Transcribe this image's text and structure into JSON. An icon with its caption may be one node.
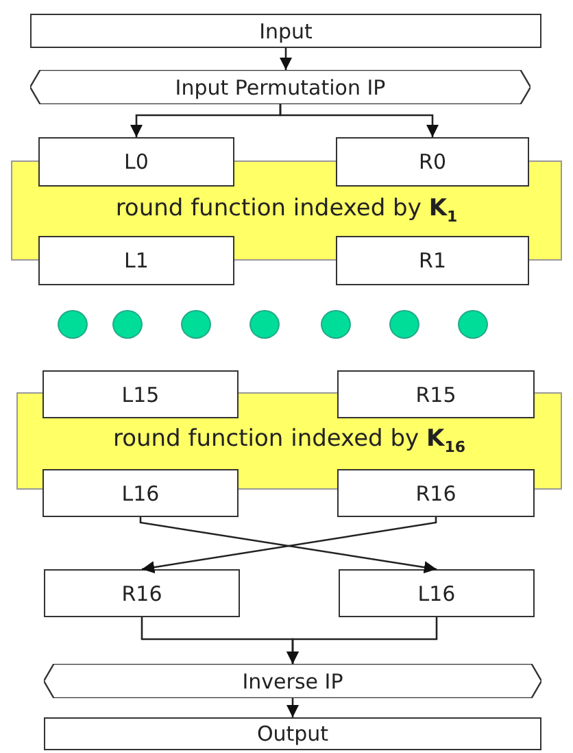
{
  "diagram": {
    "nodes": [
      {
        "text": [
          "Input"
        ]
      },
      {
        "text": [
          "Input Permutation IP"
        ]
      },
      {
        "text": [
          "L0"
        ]
      },
      {
        "text": [
          "R0"
        ]
      },
      {
        "text": [
          "round function indexed by **K**$_{1}$"
        ]
      },
      {
        "text": [
          "L1"
        ]
      },
      {
        "text": [
          "R1"
        ]
      },
      {
        "text": [],
        "shape": "circle"
      },
      {
        "text": [],
        "shape": "circle"
      },
      {
        "text": [],
        "shape": "circle"
      },
      {
        "text": [],
        "shape": "circle"
      },
      {
        "text": [],
        "shape": "circle"
      },
      {
        "text": [],
        "shape": "circle"
      },
      {
        "text": [],
        "shape": "circle"
      },
      {
        "text": [
          "L15"
        ]
      },
      {
        "text": [
          "R15"
        ]
      },
      {
        "text": [
          "round function indexed by **K**$_{16}$"
        ]
      },
      {
        "text": [
          "L16"
        ]
      },
      {
        "text": [
          "R16"
        ]
      },
      {
        "text": [
          "R16"
        ]
      },
      {
        "text": [
          "L16"
        ]
      },
      {
        "text": [
          "Inverse IP"
        ]
      },
      {
        "text": [
          "Output"
        ]
      }
    ],
    "edges": [
      {
        "from": 0,
        "to": 1,
        "arrow": "to"
      },
      {
        "from": 1,
        "to": 2,
        "arrow": "to"
      },
      {
        "from": 1,
        "to": 3,
        "arrow": "to"
      },
      {
        "from": 17,
        "to": 20,
        "arrow": "to"
      },
      {
        "from": 18,
        "to": 19,
        "arrow": "to"
      },
      {
        "from": 19,
        "to": 21,
        "arrow": "to"
      },
      {
        "from": 20,
        "to": 21,
        "arrow": "to"
      },
      {
        "from": 21,
        "to": 22,
        "arrow": "to"
      }
    ]
  }
}
